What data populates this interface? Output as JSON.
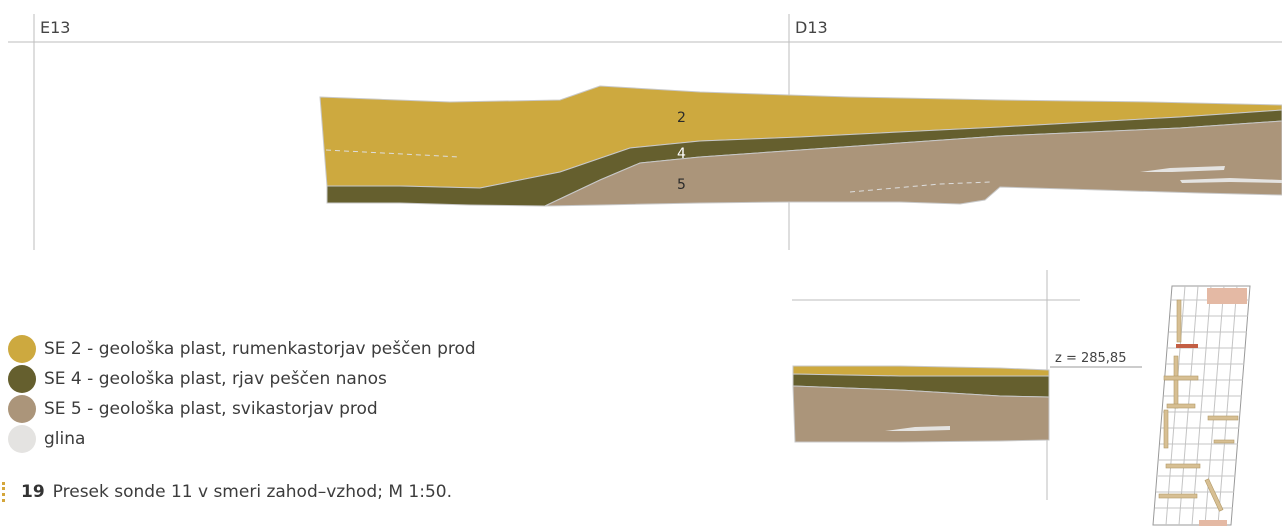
{
  "grid": {
    "left_label": "E13",
    "right_label": "D13"
  },
  "section_labels": {
    "layer_2": "2",
    "layer_4": "4",
    "layer_5": "5"
  },
  "elevation": "z = 285,85",
  "colors": {
    "se2": "#cda93f",
    "se4": "#655f2e",
    "se5": "#ab957a",
    "glina": "#e4e3e1",
    "grid_line": "#bdbdbd"
  },
  "legend": [
    {
      "label": "SE 2 - geološka plast, rumenkastorjav peščen prod",
      "color": "#cda93f"
    },
    {
      "label": "SE 4 - geološka plast, rjav peščen nanos",
      "color": "#655f2e"
    },
    {
      "label": "SE 5 - geološka plast, svikastorjav prod",
      "color": "#ab957a"
    },
    {
      "label": "glina",
      "color": "#e4e3e1"
    }
  ],
  "caption": {
    "number": "19",
    "text": "Presek sonde 11 v smeri zahod–vzhod; M 1:50."
  }
}
